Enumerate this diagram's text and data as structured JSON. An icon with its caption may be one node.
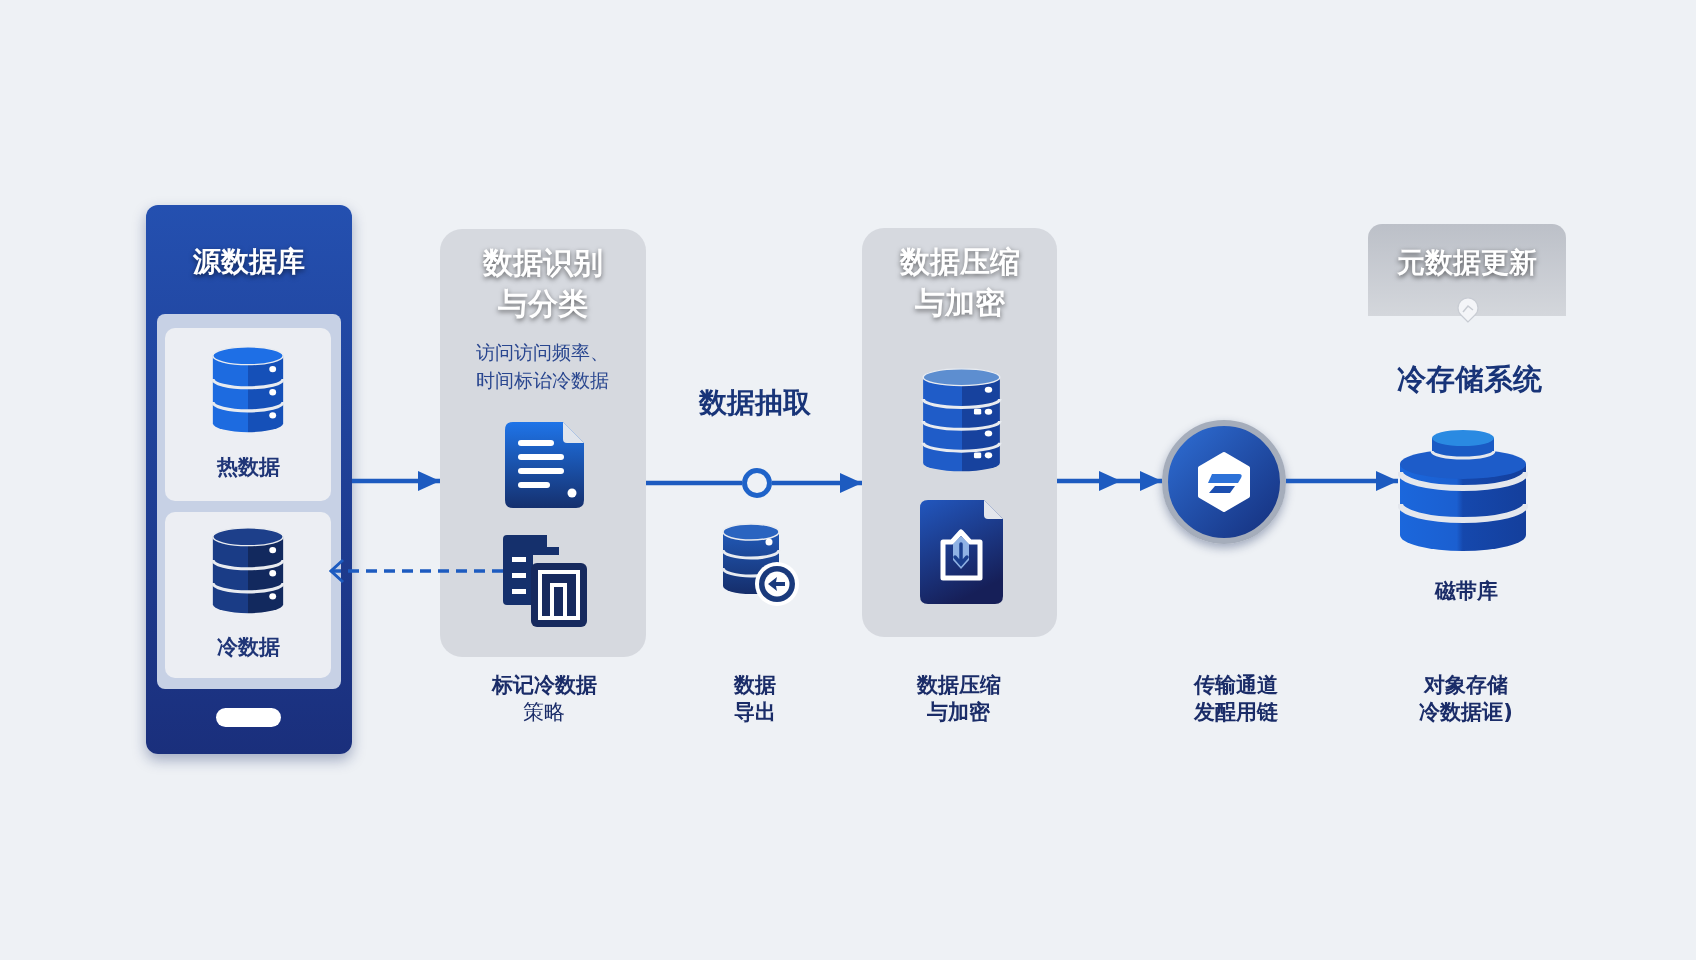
{
  "diagram": {
    "nodes": [
      {
        "text": [
          "源数据库"
        ]
      },
      {
        "text": [
          "热数据"
        ],
        "in": 0
      },
      {
        "text": [
          "冷数据"
        ],
        "in": 0
      },
      {
        "text": [
          "数据识别与分类",
          "访问访问频率、时间标诒冷数据"
        ],
        "beside": [
          "标记冷数据",
          "策略"
        ]
      },
      {
        "text": [],
        "shape": "picture",
        "in": 3
      },
      {
        "text": [],
        "shape": "circle"
      },
      {
        "text": [
          "数据压缩与加密"
        ],
        "beside": [
          "数据压缩与加密"
        ]
      },
      {
        "text": [],
        "shape": "circle"
      },
      {
        "text": [
          "元数据更新"
        ]
      },
      {
        "text": [],
        "shape": "cylinder",
        "beside": [
          "冷存储系统",
          "磁带库",
          "对象存储冷数据诓)"
        ]
      }
    ],
    "edges": [
      {
        "from": 0,
        "to": 3,
        "arrow": "to"
      },
      {
        "from": 4,
        "to": 2,
        "arrow": "to",
        "style": "dashed"
      },
      {
        "from": 3,
        "to": 5,
        "arrow": "none"
      },
      {
        "from": 5,
        "to": 6,
        "arrow": "to"
      },
      {
        "from": 6,
        "to": 7,
        "arrow": "to"
      },
      {
        "from": 7,
        "to": 9,
        "arrow": "to"
      }
    ],
    "labels": [
      "数据抽取",
      "数据导出",
      "传输通道发酲用链"
    ]
  }
}
